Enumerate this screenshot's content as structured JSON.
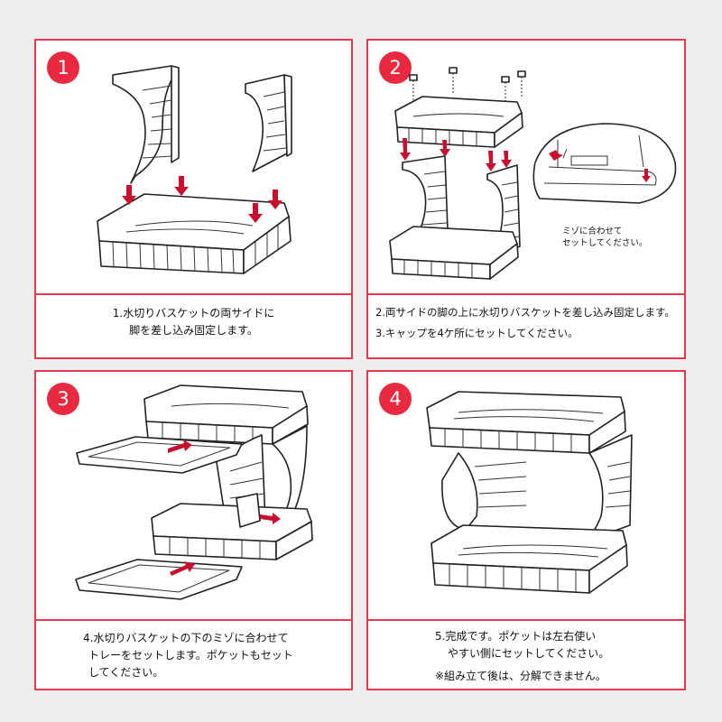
{
  "colors": {
    "accent": "#e8293f",
    "border": "#e43a4c",
    "background": "#eeeeee",
    "arrow": "#c8102e"
  },
  "steps": [
    {
      "number": "1",
      "lines": [
        "1.水切りバスケットの両サイドに",
        "脚を差し込み固定します。"
      ]
    },
    {
      "number": "2",
      "lines": [
        "2.両サイドの脚の上に水切りバスケットを差し込み固定します。",
        "3.キャップを4ケ所にセットしてください。"
      ],
      "callout": [
        "ミゾに合わせて",
        "セットしてください。"
      ]
    },
    {
      "number": "3",
      "lines": [
        "4.水切りバスケットの下のミゾに合わせて",
        "トレーをセットします。ポケットもセット",
        "してください。"
      ]
    },
    {
      "number": "4",
      "lines": [
        "5.完成です。ポケットは左右使い",
        "やすい側にセットしてください。",
        "※組み立て後は、分解できません。"
      ]
    }
  ]
}
